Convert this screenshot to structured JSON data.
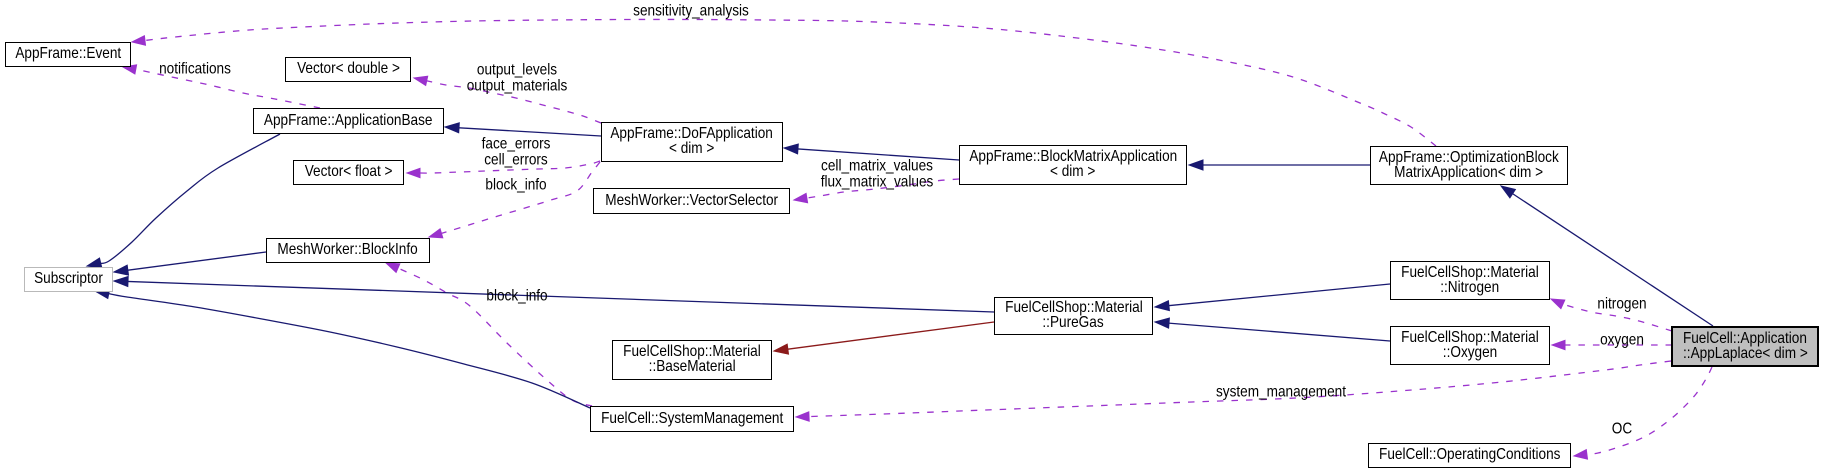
{
  "diagram": {
    "kind": "class-collaboration-graph",
    "background": "#ffffff",
    "colors": {
      "inheritance_edge": "#191970",
      "usage_edge": "#9a32cd",
      "private_inheritance_edge": "#8b1a1a",
      "node_border": "#000000",
      "node_fill": "#ffffff",
      "focus_node_fill": "#bfbfbf",
      "external_node_border": "#b9b9b9",
      "text": "#000000"
    }
  },
  "nodes": [
    {
      "id": "event",
      "lines": [
        "AppFrame::Event"
      ],
      "kind": "class"
    },
    {
      "id": "vector-double",
      "lines": [
        "Vector< double >"
      ],
      "kind": "class"
    },
    {
      "id": "application-base",
      "lines": [
        "AppFrame::ApplicationBase"
      ],
      "kind": "class"
    },
    {
      "id": "vector-float",
      "lines": [
        "Vector< float >"
      ],
      "kind": "class"
    },
    {
      "id": "dof-application",
      "lines": [
        "AppFrame::DoFApplication",
        "< dim >"
      ],
      "kind": "class"
    },
    {
      "id": "vector-selector",
      "lines": [
        "MeshWorker::VectorSelector"
      ],
      "kind": "class"
    },
    {
      "id": "block-matrix-application",
      "lines": [
        "AppFrame::BlockMatrixApplication",
        "< dim >"
      ],
      "kind": "class"
    },
    {
      "id": "optimization-block-matrix-application",
      "lines": [
        "AppFrame::OptimizationBlock",
        "MatrixApplication< dim >"
      ],
      "kind": "class"
    },
    {
      "id": "block-info",
      "lines": [
        "MeshWorker::BlockInfo"
      ],
      "kind": "class"
    },
    {
      "id": "subscriptor",
      "lines": [
        "Subscriptor"
      ],
      "kind": "external"
    },
    {
      "id": "nitrogen",
      "lines": [
        "FuelCellShop::Material",
        "::Nitrogen"
      ],
      "kind": "class"
    },
    {
      "id": "pure-gas",
      "lines": [
        "FuelCellShop::Material",
        "::PureGas"
      ],
      "kind": "class"
    },
    {
      "id": "oxygen",
      "lines": [
        "FuelCellShop::Material",
        "::Oxygen"
      ],
      "kind": "class"
    },
    {
      "id": "base-material",
      "lines": [
        "FuelCellShop::Material",
        "::BaseMaterial"
      ],
      "kind": "class"
    },
    {
      "id": "app-laplace",
      "lines": [
        "FuelCell::Application",
        "::AppLaplace< dim >"
      ],
      "kind": "focus"
    },
    {
      "id": "system-management",
      "lines": [
        "FuelCell::SystemManagement"
      ],
      "kind": "class"
    },
    {
      "id": "operating-conditions",
      "lines": [
        "FuelCell::OperatingConditions"
      ],
      "kind": "class"
    }
  ],
  "edges": [
    {
      "from": "optimization-block-matrix-application",
      "to": "event",
      "label_lines": [
        "sensitivity_analysis"
      ],
      "style": "usage"
    },
    {
      "from": "application-base",
      "to": "event",
      "label_lines": [
        "notifications"
      ],
      "style": "usage"
    },
    {
      "from": "dof-application",
      "to": "vector-double",
      "label_lines": [
        "output_levels",
        "output_materials"
      ],
      "style": "usage"
    },
    {
      "from": "dof-application",
      "to": "vector-float",
      "label_lines": [
        "face_errors",
        "cell_errors"
      ],
      "style": "usage"
    },
    {
      "from": "dof-application",
      "to": "block-info",
      "label_lines": [
        "block_info"
      ],
      "style": "usage"
    },
    {
      "from": "block-matrix-application",
      "to": "vector-selector",
      "label_lines": [
        "cell_matrix_values",
        "flux_matrix_values"
      ],
      "style": "usage"
    },
    {
      "from": "system-management",
      "to": "block-info",
      "label_lines": [
        "block_info"
      ],
      "style": "usage"
    },
    {
      "from": "app-laplace",
      "to": "nitrogen",
      "label_lines": [
        "nitrogen"
      ],
      "style": "usage"
    },
    {
      "from": "app-laplace",
      "to": "oxygen",
      "label_lines": [
        "oxygen"
      ],
      "style": "usage"
    },
    {
      "from": "app-laplace",
      "to": "system-management",
      "label_lines": [
        "system_management"
      ],
      "style": "usage"
    },
    {
      "from": "app-laplace",
      "to": "operating-conditions",
      "label_lines": [
        "OC"
      ],
      "style": "usage"
    },
    {
      "from": "dof-application",
      "to": "application-base",
      "label_lines": [],
      "style": "inheritance"
    },
    {
      "from": "block-matrix-application",
      "to": "dof-application",
      "label_lines": [],
      "style": "inheritance"
    },
    {
      "from": "optimization-block-matrix-application",
      "to": "block-matrix-application",
      "label_lines": [],
      "style": "inheritance"
    },
    {
      "from": "app-laplace",
      "to": "optimization-block-matrix-application",
      "label_lines": [],
      "style": "inheritance"
    },
    {
      "from": "application-base",
      "to": "subscriptor",
      "label_lines": [],
      "style": "inheritance"
    },
    {
      "from": "block-info",
      "to": "subscriptor",
      "label_lines": [],
      "style": "inheritance"
    },
    {
      "from": "pure-gas",
      "to": "subscriptor",
      "label_lines": [],
      "style": "inheritance"
    },
    {
      "from": "system-management",
      "to": "subscriptor",
      "label_lines": [],
      "style": "inheritance"
    },
    {
      "from": "nitrogen",
      "to": "pure-gas",
      "label_lines": [],
      "style": "inheritance"
    },
    {
      "from": "oxygen",
      "to": "pure-gas",
      "label_lines": [],
      "style": "inheritance"
    },
    {
      "from": "pure-gas",
      "to": "base-material",
      "label_lines": [],
      "style": "private-inheritance"
    }
  ]
}
